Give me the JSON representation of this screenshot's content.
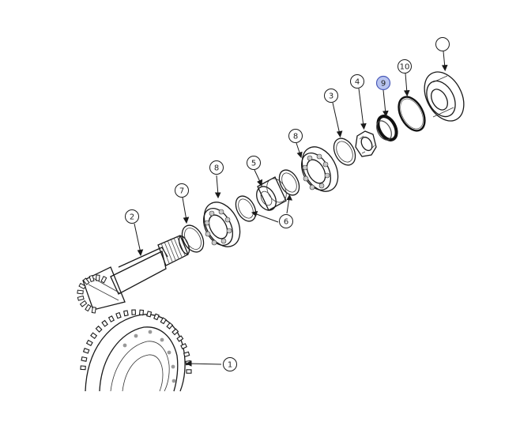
{
  "colors": {
    "line": "#1a1a1a",
    "shade": "#bdbdbd",
    "highlight_fill": "#b8c4f0",
    "highlight_stroke": "#4a5ab8"
  },
  "callouts": [
    {
      "id": "c1",
      "label": "1"
    },
    {
      "id": "c2",
      "label": "2"
    },
    {
      "id": "c3",
      "label": "3"
    },
    {
      "id": "c4",
      "label": "4"
    },
    {
      "id": "c5",
      "label": "5"
    },
    {
      "id": "c6",
      "label": "6"
    },
    {
      "id": "c7",
      "label": "7"
    },
    {
      "id": "c8a",
      "label": "8"
    },
    {
      "id": "c8b",
      "label": "8"
    },
    {
      "id": "c9",
      "label": "9",
      "highlighted": true
    },
    {
      "id": "c10",
      "label": "10"
    },
    {
      "id": "c11",
      "label": ""
    }
  ]
}
